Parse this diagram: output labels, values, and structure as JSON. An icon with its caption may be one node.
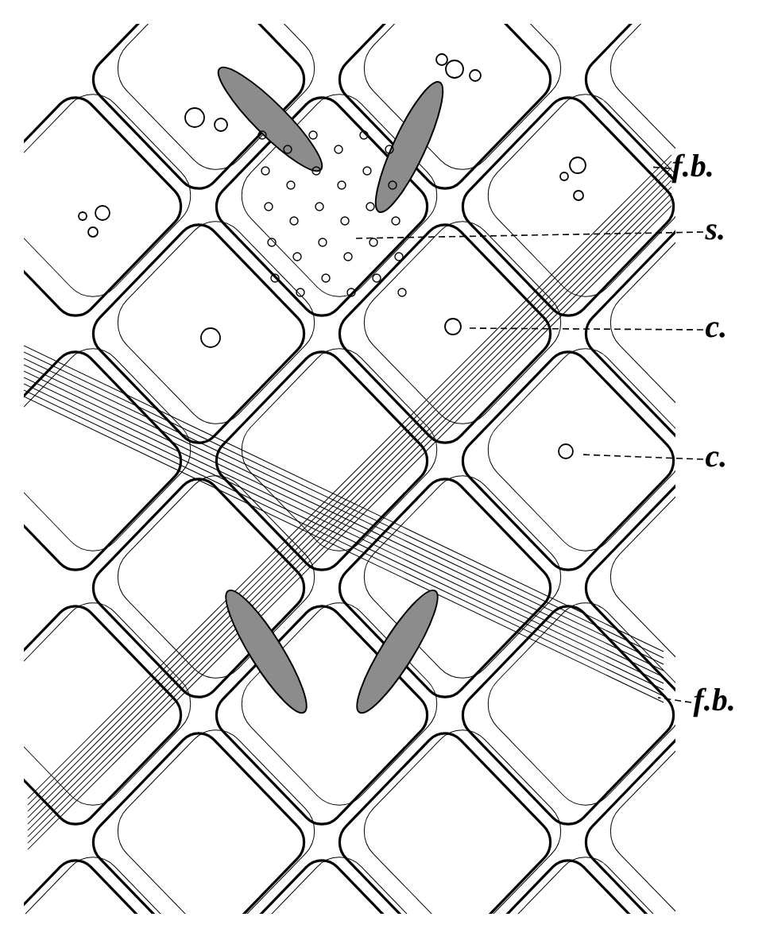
{
  "diagram": {
    "nodes": [
      {
        "text": [
          "f.b."
        ]
      },
      {
        "text": [
          "s."
        ]
      },
      {
        "text": [
          "c."
        ]
      },
      {
        "text": [
          "c."
        ]
      },
      {
        "text": [
          "f.b."
        ]
      }
    ],
    "edges": [
      {
        "from": 0,
        "to": null,
        "arrow": "none",
        "style": "dashed"
      },
      {
        "from": 1,
        "to": null,
        "arrow": "none",
        "style": "dashed"
      },
      {
        "from": 2,
        "to": null,
        "arrow": "none",
        "style": "dashed"
      },
      {
        "from": 3,
        "to": null,
        "arrow": "none",
        "style": "dashed"
      },
      {
        "from": 4,
        "to": null,
        "arrow": "none",
        "style": "dashed"
      }
    ]
  }
}
